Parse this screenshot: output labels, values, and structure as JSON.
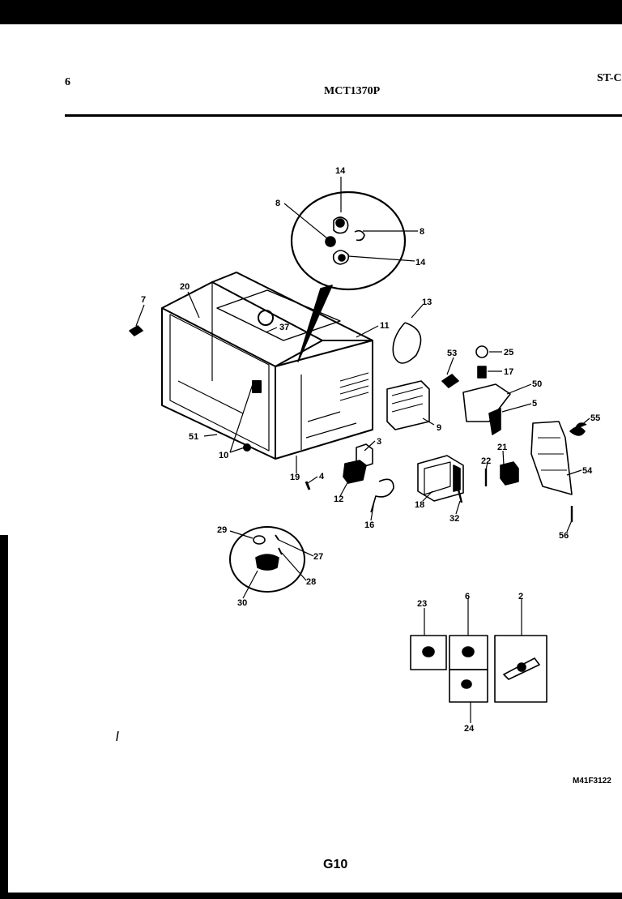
{
  "header": {
    "page_number": "6",
    "model": "MCT1370P",
    "section": "ST-C"
  },
  "footer": {
    "diagram_code": "M41F3122",
    "page_code": "G10"
  },
  "callouts": [
    {
      "id": "c14a",
      "text": "14"
    },
    {
      "id": "c8a",
      "text": "8"
    },
    {
      "id": "c8b",
      "text": "8"
    },
    {
      "id": "c14b",
      "text": "14"
    },
    {
      "id": "c7",
      "text": "7"
    },
    {
      "id": "c20",
      "text": "20"
    },
    {
      "id": "c37",
      "text": "37"
    },
    {
      "id": "c11",
      "text": "11"
    },
    {
      "id": "c13",
      "text": "13"
    },
    {
      "id": "c53",
      "text": "53"
    },
    {
      "id": "c25",
      "text": "25"
    },
    {
      "id": "c17",
      "text": "17"
    },
    {
      "id": "c50",
      "text": "50"
    },
    {
      "id": "c5",
      "text": "5"
    },
    {
      "id": "c9",
      "text": "9"
    },
    {
      "id": "c55",
      "text": "55"
    },
    {
      "id": "c3",
      "text": "3"
    },
    {
      "id": "c51",
      "text": "51"
    },
    {
      "id": "c10",
      "text": "10"
    },
    {
      "id": "c19",
      "text": "19"
    },
    {
      "id": "c4",
      "text": "4"
    },
    {
      "id": "c12",
      "text": "12"
    },
    {
      "id": "c16",
      "text": "16"
    },
    {
      "id": "c18",
      "text": "18"
    },
    {
      "id": "c32",
      "text": "32"
    },
    {
      "id": "c21",
      "text": "21"
    },
    {
      "id": "c22",
      "text": "22"
    },
    {
      "id": "c54",
      "text": "54"
    },
    {
      "id": "c56",
      "text": "56"
    },
    {
      "id": "c29",
      "text": "29"
    },
    {
      "id": "c27",
      "text": "27"
    },
    {
      "id": "c28",
      "text": "28"
    },
    {
      "id": "c30",
      "text": "30"
    },
    {
      "id": "c23",
      "text": "23"
    },
    {
      "id": "c6",
      "text": "6"
    },
    {
      "id": "c2",
      "text": "2"
    },
    {
      "id": "c24",
      "text": "24"
    }
  ]
}
